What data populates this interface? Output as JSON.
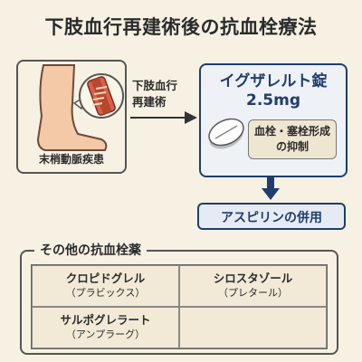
{
  "title": "下肢血行再建術後の抗血栓療法",
  "disease_label": "末梢動脈疾患",
  "arrow_label_line1": "下肢血行",
  "arrow_label_line2": "再建術",
  "drug": {
    "name_line1": "イグザレルト錠",
    "name_line2": "2.5mg",
    "effect_line1": "血栓・塞栓形成",
    "effect_line2": "の抑制"
  },
  "combination": "アスピリンの併用",
  "other": {
    "title": "その他の抗血栓薬",
    "drugs": [
      {
        "generic": "クロピドグレル",
        "brand": "（プラビックス）"
      },
      {
        "generic": "シロスタゾール",
        "brand": "（プレタール）"
      },
      {
        "generic": "サルポグレラート",
        "brand": "（アンプラーグ）"
      },
      {
        "generic": "",
        "brand": ""
      }
    ]
  },
  "colors": {
    "background": "#f7f1e3",
    "accent_navy": "#1f3d6e",
    "skin": "#f3c9a8",
    "artery": "#b5482e"
  },
  "icons": [
    "leg-icon",
    "artery-icon",
    "pill-icon",
    "right-arrow-icon",
    "down-arrow-icon"
  ]
}
